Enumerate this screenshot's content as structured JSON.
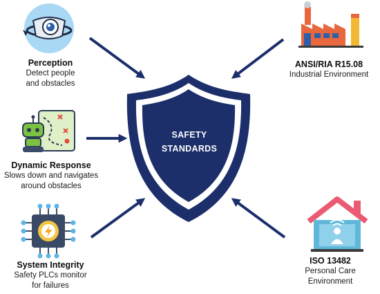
{
  "center": {
    "line1": "SAFETY",
    "line2": "STANDARDS"
  },
  "left": [
    {
      "title": "Perception",
      "line1": "Detect people",
      "line2": "and obstacles",
      "icon": "camera-icon"
    },
    {
      "title": "Dynamic Response",
      "line1": "Slows down and navigates",
      "line2": "around obstacles",
      "icon": "robot-path-icon"
    },
    {
      "title": "System Integrity",
      "line1": "Safety PLCs monitor",
      "line2": "for failures",
      "icon": "chip-icon"
    }
  ],
  "right": [
    {
      "title": "ANSI/RIA R15.08",
      "line1": "Industrial Environment",
      "icon": "factory-icon"
    },
    {
      "title": "ISO 13482",
      "line1": "Personal Care",
      "line2": "Environment",
      "icon": "smart-home-icon"
    }
  ],
  "colors": {
    "shield": "#1c2f6b",
    "arrow": "#1c2f6b",
    "camera_bg": "#a9d8f5",
    "factory": "#e8673d",
    "house_roof": "#ea5b72",
    "house_body": "#5fb8d9",
    "robot_green": "#7cc242"
  }
}
